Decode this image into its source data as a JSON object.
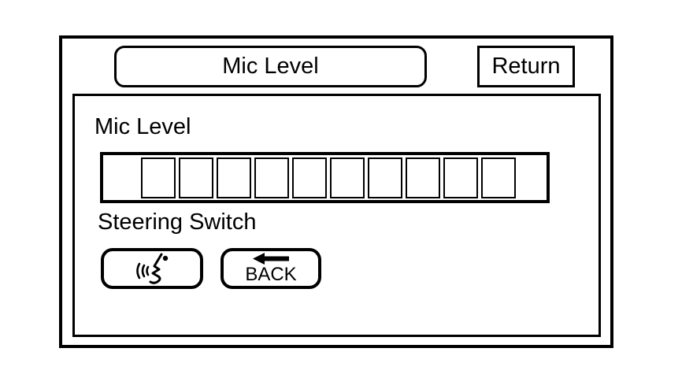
{
  "colors": {
    "background": "#ffffff",
    "line": "#000000"
  },
  "header": {
    "title": "Mic Level",
    "return_button_label": "Return"
  },
  "panel": {
    "mic_level_label": "Mic Level",
    "level_bar": {
      "segments_total": 10,
      "segments_filled": 0
    },
    "steering_switch_label": "Steering Switch",
    "voice_button_icon": "voice-recognition-icon",
    "back_button": {
      "label": "BACK",
      "icon": "left-arrow-icon"
    }
  }
}
